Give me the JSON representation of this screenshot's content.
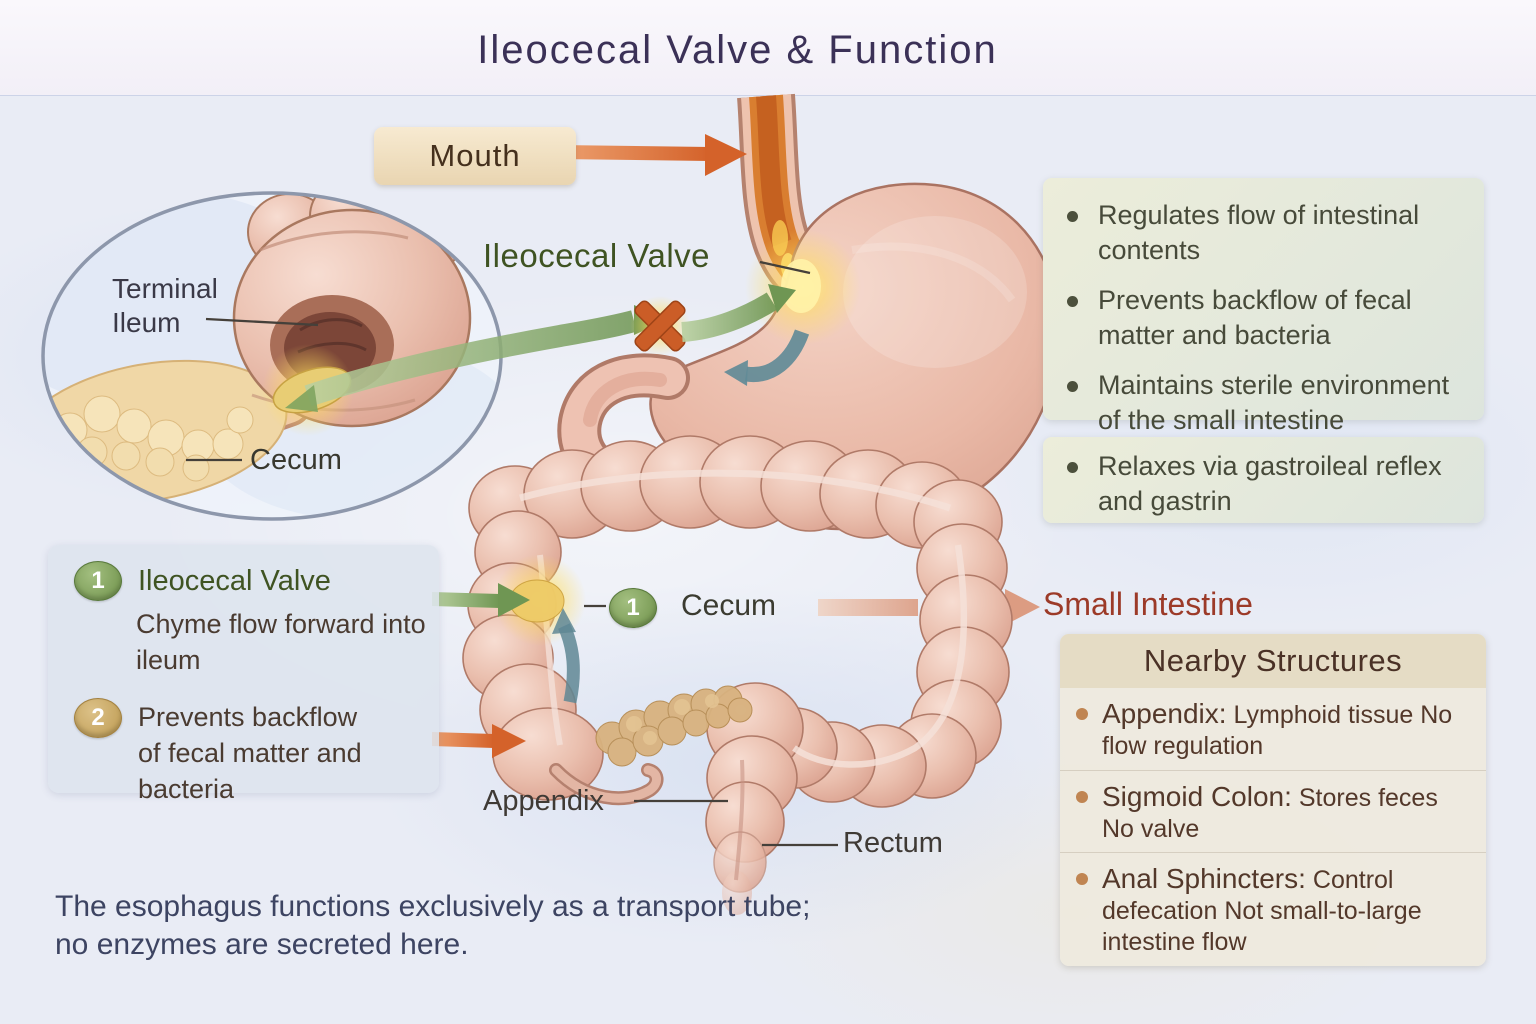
{
  "title": "Ileocecal Valve & Function",
  "mouth_label": "Mouth",
  "ileocecal_valve_label": "Ileocecal Valve",
  "inset": {
    "terminal_ileum_line1": "Terminal",
    "terminal_ileum_line2": "Ileum",
    "cecum": "Cecum"
  },
  "functions_panel": {
    "items": [
      "Regulates flow of intestinal contents",
      "Prevents backflow of fecal matter and bacteria",
      "Maintains sterile environment of the small intestine"
    ]
  },
  "relax_panel": {
    "items": [
      "Relaxes via gastroileal reflex and gastrin"
    ]
  },
  "numbered_panel": {
    "items": [
      {
        "number": "1",
        "title": "Ileocecal Valve",
        "description": "Chyme flow forward into ileum"
      },
      {
        "number": "2",
        "title": "",
        "description": "Prevents backflow of fecal matter and bacteria"
      }
    ]
  },
  "main_labels": {
    "cecum_badge": "1",
    "cecum": "Cecum",
    "small_intestine": "Small Intestine",
    "appendix": "Appendix",
    "rectum": "Rectum"
  },
  "nearby_panel": {
    "title": "Nearby Structures",
    "items": [
      {
        "term": "Appendix:",
        "desc": "Lymphoid tissue No flow regulation"
      },
      {
        "term": "Sigmoid Colon:",
        "desc": "Stores feces No valve"
      },
      {
        "term": "Anal Sphincters:",
        "desc": "Control defecation  Not small-to-large intestine flow"
      }
    ]
  },
  "footnote": {
    "line1": "The esophagus functions exclusively as a transport tube;",
    "line2": "no enzymes are secreted here."
  },
  "colors": {
    "title_text": "#3b3157",
    "green_label": "#3f5322",
    "brown_text": "#4a3b31",
    "red_label": "#9c3a28",
    "footnote_text": "#3d4462",
    "arrow_orange": "#d97a45",
    "arrow_green": "#7fa45f",
    "arrow_teal": "#5f8794",
    "arrow_pink": "#e2a88f",
    "badge_green": "#7a9e54",
    "badge_tan": "#c9a55f"
  }
}
